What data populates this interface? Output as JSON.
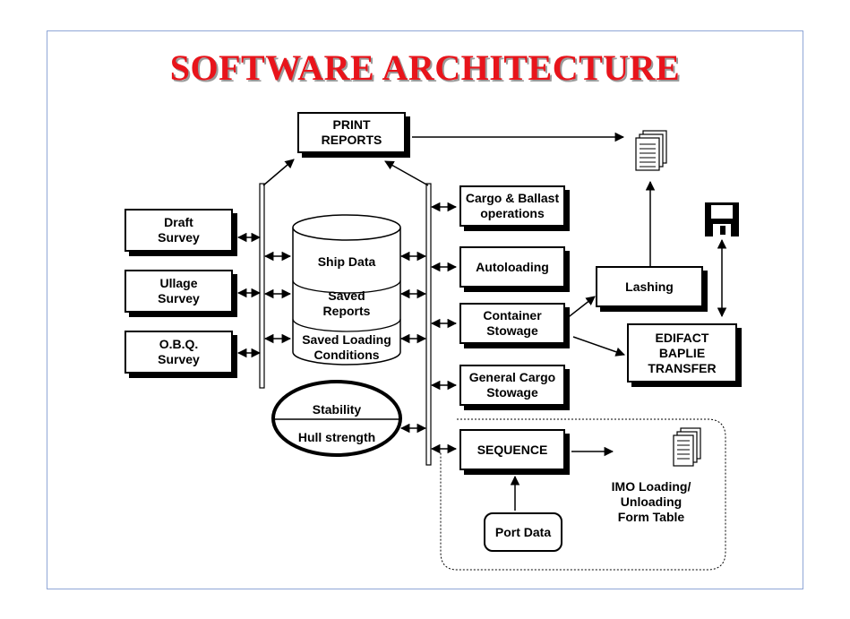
{
  "title": "SOFTWARE ARCHITECTURE",
  "print_reports": "PRINT\nREPORTS",
  "left_boxes": [
    "Draft\nSurvey",
    "Ullage\nSurvey",
    "O.B.Q.\nSurvey"
  ],
  "database": [
    "Ship Data",
    "Saved\nReports",
    "Saved Loading\nConditions"
  ],
  "stability": {
    "top": "Stability",
    "bottom": "Hull strength"
  },
  "right_boxes": [
    "Cargo & Ballast\noperations",
    "Autoloading",
    "Container\nStowage",
    "General Cargo\nStowage"
  ],
  "sequence": "SEQUENCE",
  "port_data": "Port Data",
  "imo": "IMO Loading/\nUnloading\nForm Table",
  "lashing": "Lashing",
  "edifact": "EDIFACT\nBAPLIE\nTRANSFER",
  "colors": {
    "title": "#e8141b",
    "frame": "#8fa6d6"
  }
}
